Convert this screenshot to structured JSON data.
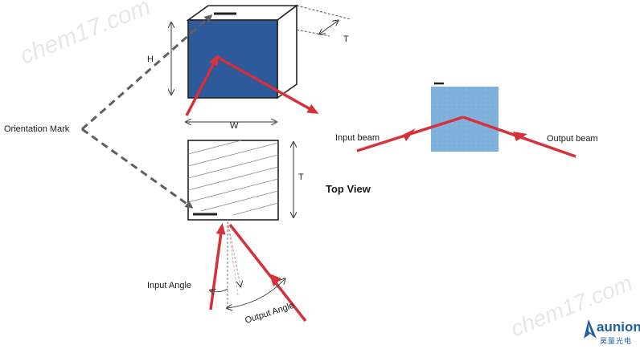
{
  "labels": {
    "height": "H",
    "width": "W",
    "thickness_top": "T",
    "thickness_side": "T",
    "orientation_mark": "Orientation Mark",
    "top_view": "Top View",
    "input_beam": "Input beam",
    "output_beam": "Output beam",
    "input_angle": "Input Angle",
    "output_angle": "Output Angle"
  },
  "watermark": {
    "left": "chem17.com",
    "right": "chem17.com"
  },
  "brand": {
    "name": "aunion",
    "sub": "昊量光电"
  },
  "colors": {
    "crystal_blue": "#2c5a9a",
    "topview_blue": "#7fb1dd",
    "beam_red": "#d6303a",
    "dash_gray": "#5f5f5f",
    "brand_blue": "#1f5fa8"
  }
}
